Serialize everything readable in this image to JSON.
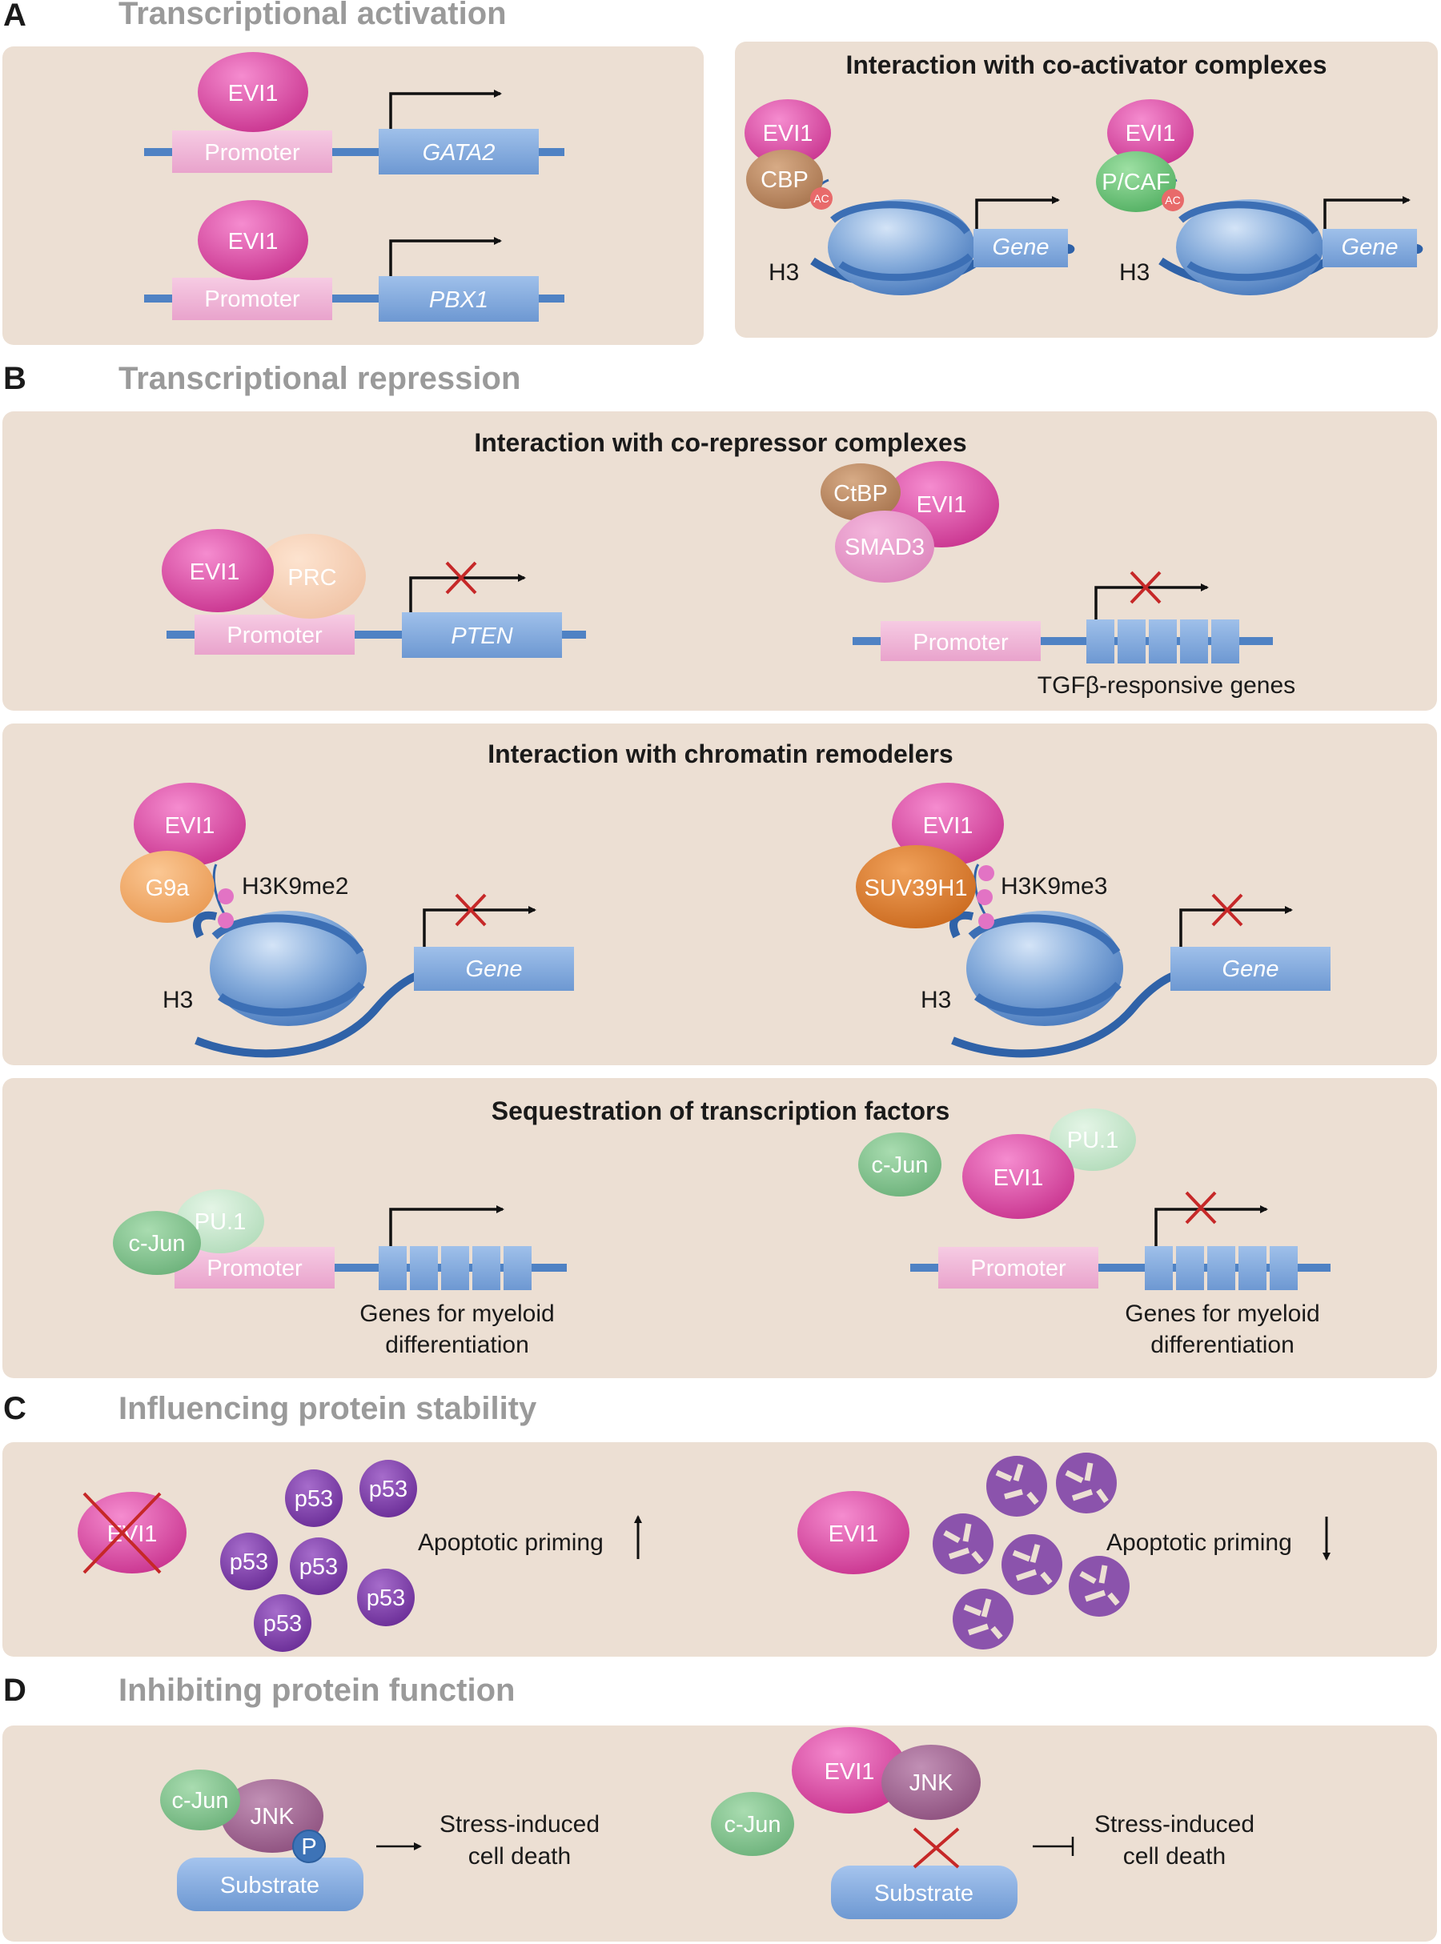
{
  "sections": {
    "A": {
      "letter": "A",
      "title": "Transcriptional activation"
    },
    "B": {
      "letter": "B",
      "title": "Transcriptional repression"
    },
    "C": {
      "letter": "C",
      "title": "Influencing protein stability"
    },
    "D": {
      "letter": "D",
      "title": "Inhibiting protein function"
    }
  },
  "panels": {
    "coactivator_title": "Interaction with co-activator complexes",
    "corepressor_title": "Interaction with co-repressor complexes",
    "remodeler_title": "Interaction with chromatin remodelers",
    "sequestration_title": "Sequestration of transcription factors"
  },
  "labels": {
    "evi1": "EVI1",
    "promoter": "Promoter",
    "gata2": "GATA2",
    "pbx1": "PBX1",
    "gene": "Gene",
    "cbp": "CBP",
    "pcaf": "P/CAF",
    "ac": "AC",
    "h3": "H3",
    "prc": "PRC",
    "pten": "PTEN",
    "ctbp": "CtBP",
    "smad3": "SMAD3",
    "tgfb_genes": "TGFβ-responsive genes",
    "g9a": "G9a",
    "h3k9me2": "H3K9me2",
    "suv39h1": "SUV39H1",
    "h3k9me3": "H3K9me3",
    "cjun": "c-Jun",
    "pu1": "PU.1",
    "myeloid_line1": "Genes for myeloid",
    "myeloid_line2": "differentiation",
    "p53": "p53",
    "apoptotic": "Apoptotic priming",
    "jnk": "JNK",
    "p": "P",
    "substrate": "Substrate",
    "stress_line1": "Stress-induced",
    "stress_line2": "cell death"
  },
  "colors": {
    "panel_bg": "#ecdfd3",
    "evi1": "#d4479d",
    "promoter": "#efb4d6",
    "gene": "#7fa8dc",
    "dna": "#4f82c4",
    "p53": "#7a3ba5",
    "inhibit_x": "#c62828"
  }
}
